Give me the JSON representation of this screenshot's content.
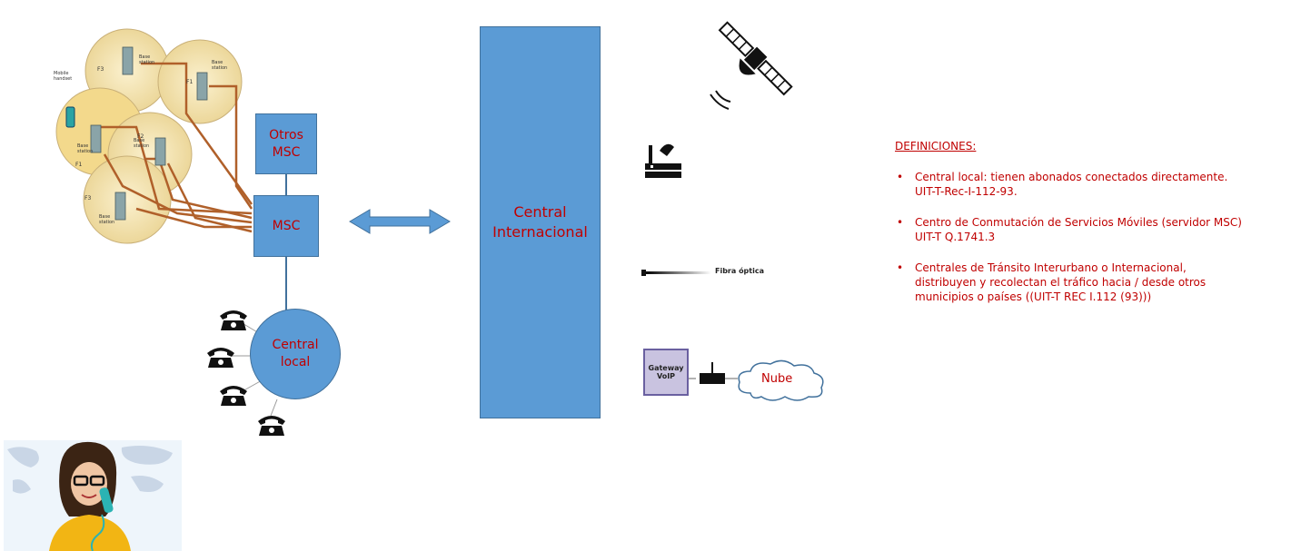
{
  "cellular": {
    "base_station_label": "Base station",
    "handset_label": "Mobile handset",
    "freq_labels": [
      "F3",
      "F1",
      "F2",
      "F1",
      "F3"
    ]
  },
  "nodes": {
    "otros_msc": {
      "line1": "Otros",
      "line2": "MSC"
    },
    "msc": "MSC",
    "central_local": {
      "line1": "Central",
      "line2": "local"
    },
    "central_internacional": {
      "line1": "Central",
      "line2": "Internacional"
    }
  },
  "icons": {
    "fibra_label": "Fibra óptica",
    "gateway_line1": "Gateway",
    "gateway_line2": "VoIP",
    "nube": "Nube"
  },
  "definitions": {
    "title": "DEFINICIONES:",
    "items": [
      {
        "line1": "Central local: tienen abonados conectados directamente.",
        "line2": "UIT-T-Rec-I-112-93."
      },
      {
        "line1": "Centro de Conmutación de Servicios Móviles (servidor MSC)",
        "line2": "UIT-T Q.1741.3"
      },
      {
        "line1": "Centrales de Tránsito Interurbano o Internacional,",
        "line2": "distribuyen y recolectan el tráfico hacia / desde otros",
        "line3": "municipios o países ((UIT-T REC I.112 (93)))"
      }
    ]
  },
  "colors": {
    "box_fill": "#5b9bd5",
    "box_border": "#41719c",
    "text_red": "#c00000",
    "cable_brown": "#b0602a",
    "cell_fill": "#f5e7b8"
  }
}
